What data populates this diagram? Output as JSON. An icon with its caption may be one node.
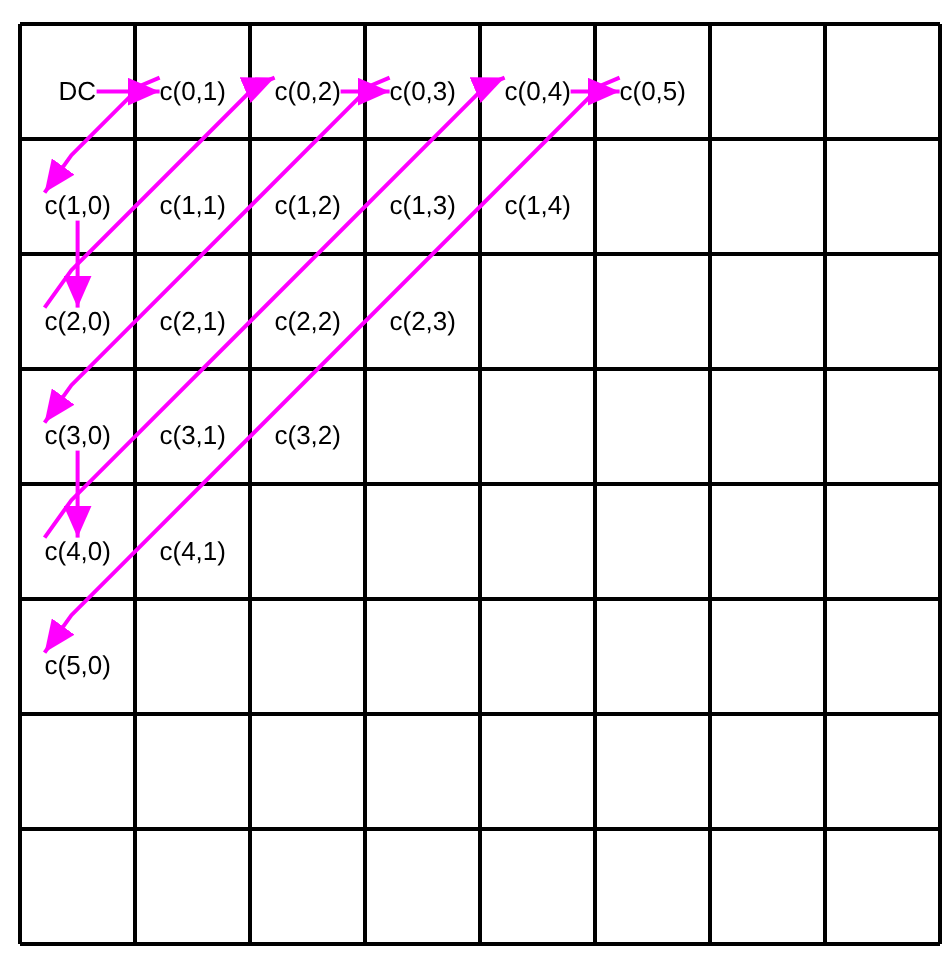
{
  "diagram": {
    "nodes": [
      {
        "text": [
          "DC"
        ]
      },
      {
        "text": [
          "c(0,1)"
        ]
      },
      {
        "text": [
          "c(0,2)"
        ]
      },
      {
        "text": [
          "c(0,3)"
        ]
      },
      {
        "text": [
          "c(0,4)"
        ]
      },
      {
        "text": [
          "c(0,5)"
        ]
      },
      {
        "text": [
          "c(1,0)"
        ]
      },
      {
        "text": [
          "c(1,1)"
        ]
      },
      {
        "text": [
          "c(1,2)"
        ]
      },
      {
        "text": [
          "c(1,3)"
        ]
      },
      {
        "text": [
          "c(1,4)"
        ]
      },
      {
        "text": [
          "c(2,0)"
        ]
      },
      {
        "text": [
          "c(2,1)"
        ]
      },
      {
        "text": [
          "c(2,2)"
        ]
      },
      {
        "text": [
          "c(2,3)"
        ]
      },
      {
        "text": [
          "c(3,0)"
        ]
      },
      {
        "text": [
          "c(3,1)"
        ]
      },
      {
        "text": [
          "c(3,2)"
        ]
      },
      {
        "text": [
          "c(4,0)"
        ]
      },
      {
        "text": [
          "c(4,1)"
        ]
      },
      {
        "text": [
          "c(5,0)"
        ]
      }
    ],
    "edges": [
      {
        "from": 0,
        "to": 1,
        "arrow": "to"
      },
      {
        "from": 1,
        "to": 6,
        "arrow": "to"
      },
      {
        "from": 6,
        "to": 11,
        "arrow": "to"
      },
      {
        "from": 11,
        "to": 2,
        "arrow": "to"
      },
      {
        "from": 2,
        "to": 3,
        "arrow": "to"
      },
      {
        "from": 3,
        "to": 15,
        "arrow": "to"
      },
      {
        "from": 15,
        "to": 18,
        "arrow": "to"
      },
      {
        "from": 18,
        "to": 4,
        "arrow": "to"
      },
      {
        "from": 4,
        "to": 5,
        "arrow": "to"
      },
      {
        "from": 5,
        "to": 20,
        "arrow": "to"
      }
    ]
  }
}
